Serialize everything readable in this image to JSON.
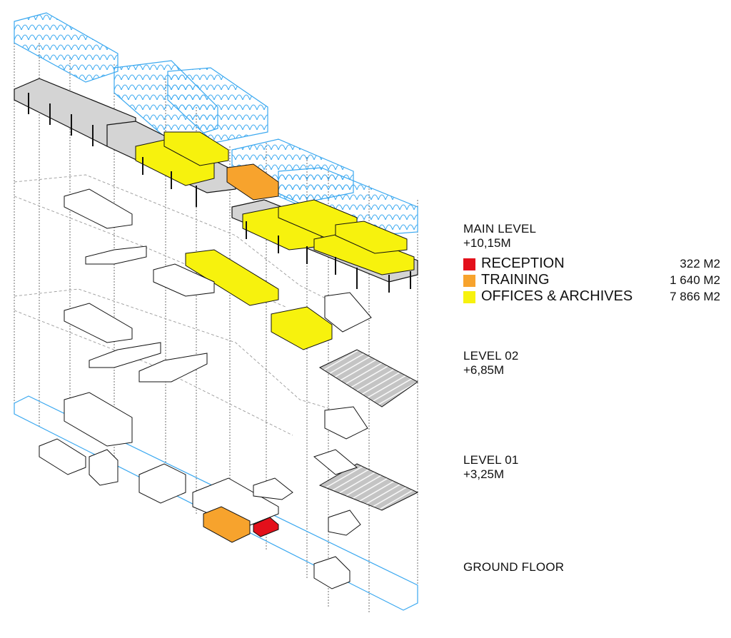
{
  "levels": {
    "main": {
      "title": "MAIN LEVEL",
      "elevation": "+10,15M"
    },
    "level02": {
      "title": "LEVEL 02",
      "elevation": "+6,85M"
    },
    "level01": {
      "title": "LEVEL 01",
      "elevation": "+3,25M"
    },
    "ground": {
      "title": "GROUND FLOOR"
    }
  },
  "legend": [
    {
      "label": "RECEPTION",
      "area": "322 M2",
      "color": "#e3101b"
    },
    {
      "label": "TRAINING",
      "area": "1 640 M2",
      "color": "#f7a32d"
    },
    {
      "label": "OFFICES & ARCHIVES",
      "area": "7 866 M2",
      "color": "#f7f20d"
    }
  ],
  "colors": {
    "roof_structure": "#3aa8f0",
    "slab_grey": "#cfcfcf",
    "outline": "#111111",
    "dashed_guide": "#9a9a9a",
    "parking": "#bdbdbd"
  }
}
